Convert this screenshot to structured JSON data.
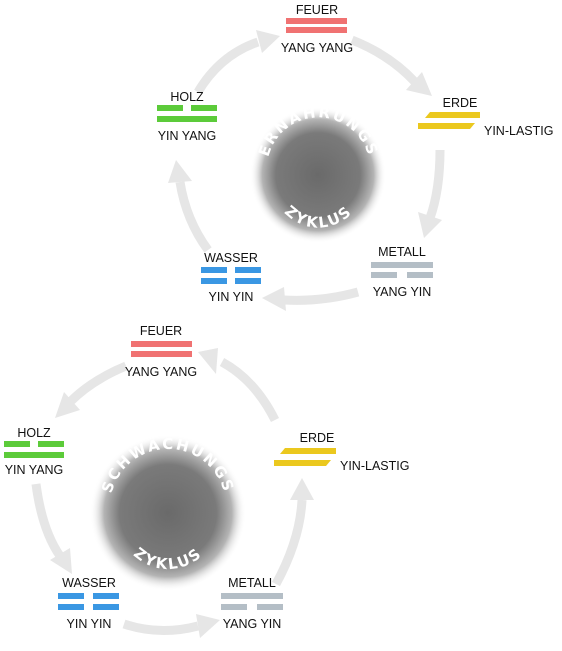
{
  "colors": {
    "fire": "#f07272",
    "earth": "#ebc81e",
    "metal": "#b4bec6",
    "water": "#3a97e3",
    "wood": "#5ccb3a",
    "arrow": "#e6e6e6",
    "center_dark": "#6a6a6a",
    "center_light": "#e9e9e9"
  },
  "cycles": [
    {
      "center_line1": "ERNÄHRUNGS",
      "center_line2": "ZYKLUS",
      "elements": {
        "fire": {
          "name": "FEUER",
          "polarity": "YANG YANG"
        },
        "earth": {
          "name": "ERDE",
          "polarity": "YIN-LASTIG"
        },
        "metal": {
          "name": "METALL",
          "polarity": "YANG YIN"
        },
        "water": {
          "name": "WASSER",
          "polarity": "YIN YIN"
        },
        "wood": {
          "name": "HOLZ",
          "polarity": "YIN YANG"
        }
      }
    },
    {
      "center_line1": "SCHWÄCHUNGS",
      "center_line2": "ZYKLUS",
      "elements": {
        "fire": {
          "name": "FEUER",
          "polarity": "YANG YANG"
        },
        "earth": {
          "name": "ERDE",
          "polarity": "YIN-LASTIG"
        },
        "metal": {
          "name": "METALL",
          "polarity": "YANG YIN"
        },
        "water": {
          "name": "WASSER",
          "polarity": "YIN YIN"
        },
        "wood": {
          "name": "HOLZ",
          "polarity": "YIN YANG"
        }
      }
    }
  ]
}
